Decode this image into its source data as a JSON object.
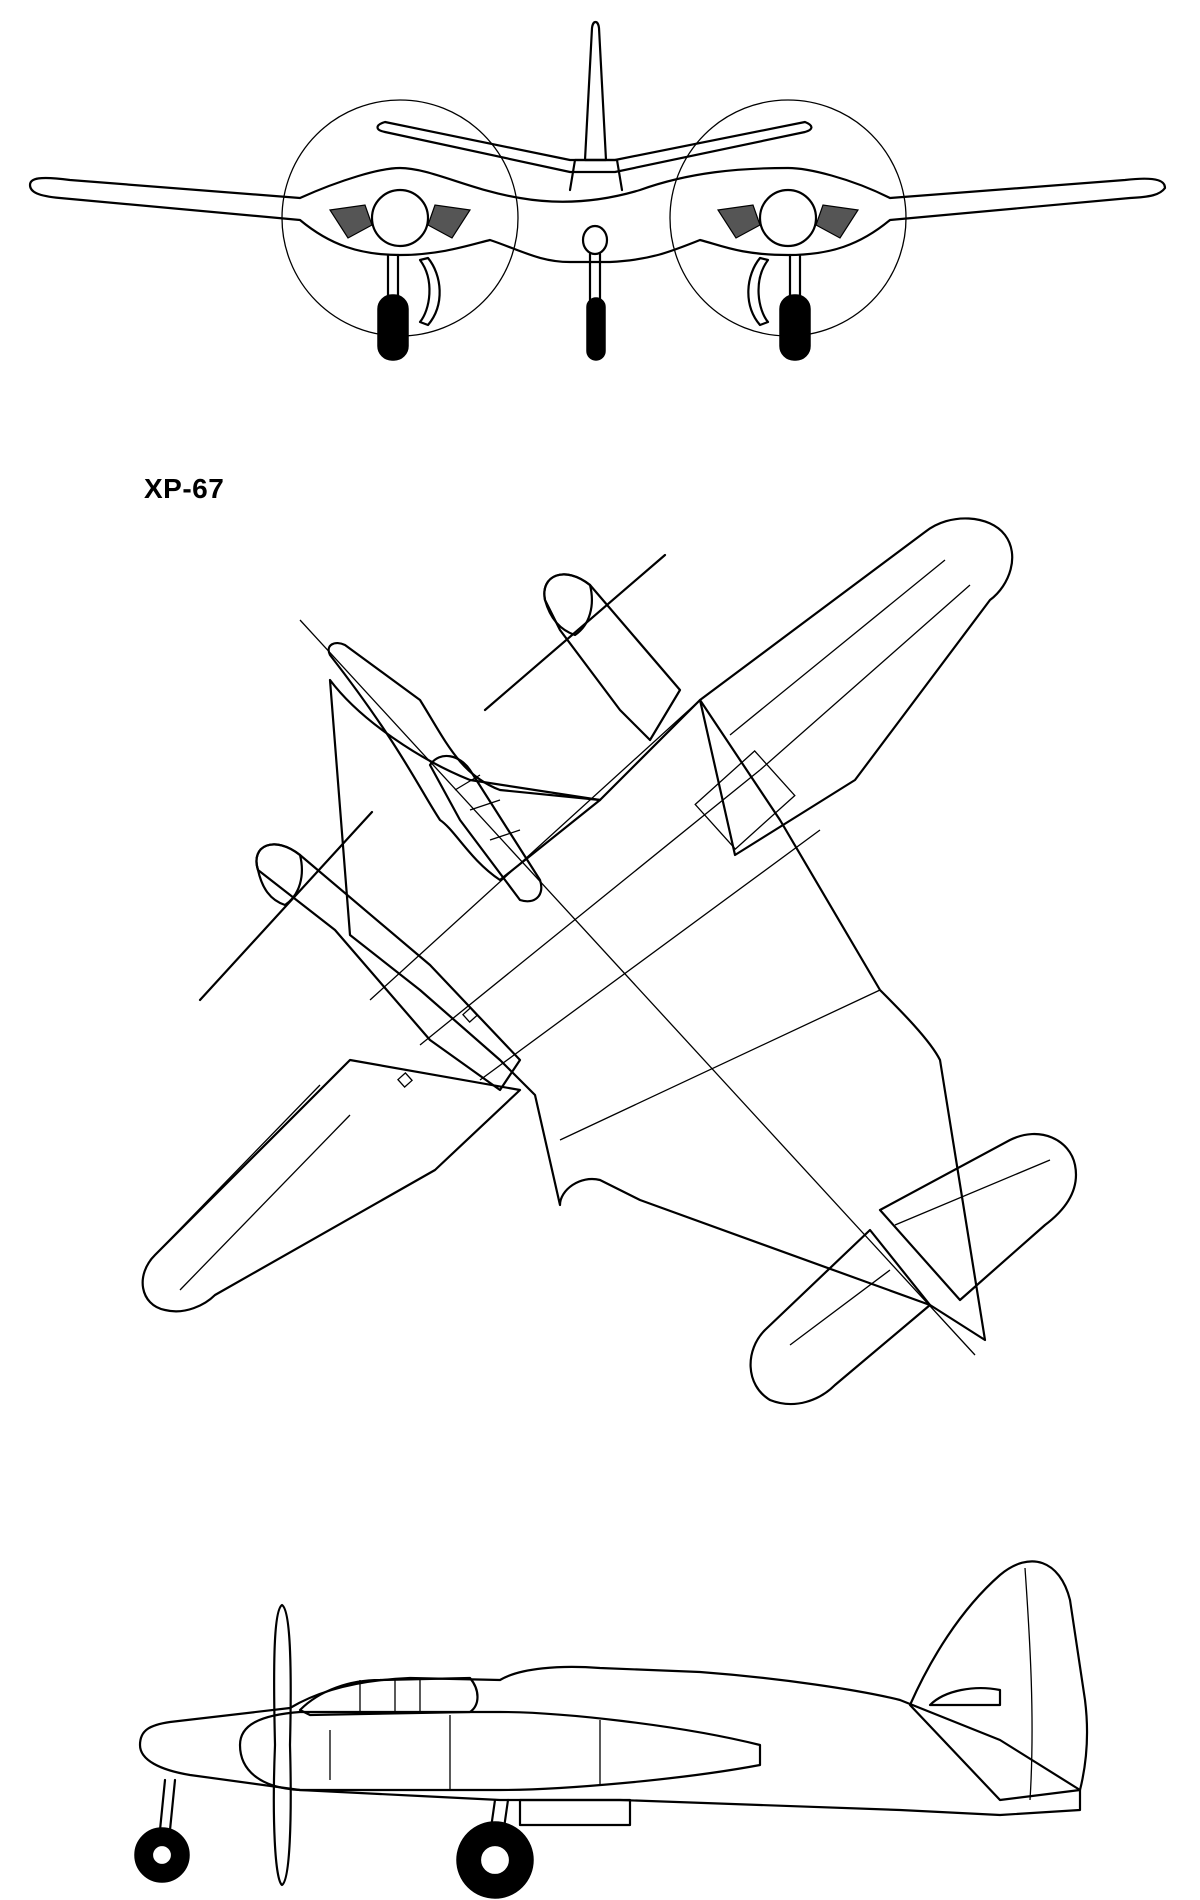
{
  "title": "XP-67",
  "views": [
    "front-view",
    "top-view",
    "side-view"
  ]
}
